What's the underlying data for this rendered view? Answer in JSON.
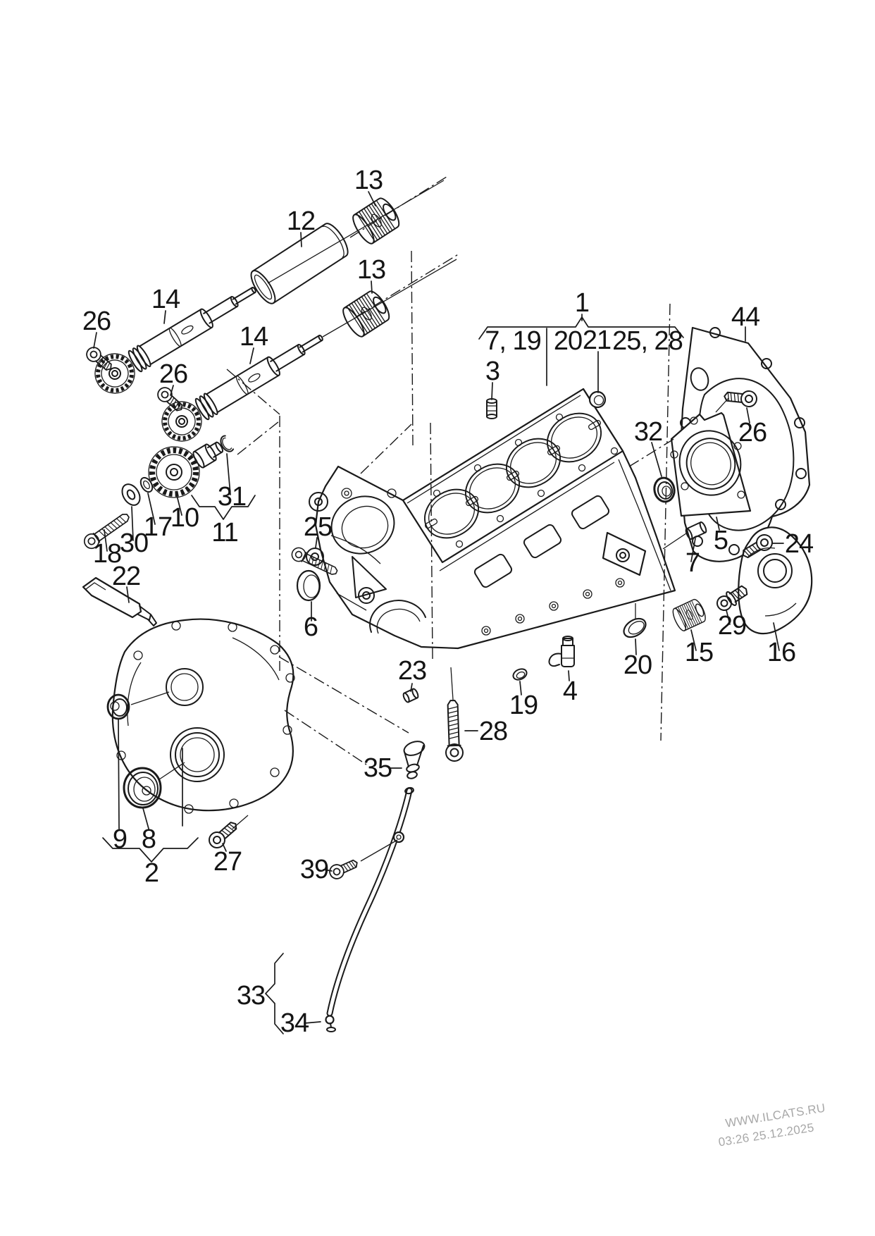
{
  "watermark": {
    "line1": "WWW.ILCATS.RU",
    "line2": "03:26 25.12.2025"
  },
  "callouts": {
    "c13a": {
      "text": "13"
    },
    "c12": {
      "text": "12"
    },
    "c13b": {
      "text": "13"
    },
    "c14a": {
      "text": "14"
    },
    "c26a": {
      "text": "26"
    },
    "c14b": {
      "text": "14"
    },
    "c26b": {
      "text": "26"
    },
    "c31": {
      "text": "31"
    },
    "c10": {
      "text": "10"
    },
    "c17": {
      "text": "17"
    },
    "c30": {
      "text": "30"
    },
    "c18": {
      "text": "18"
    },
    "c11": {
      "text": "11"
    },
    "c22": {
      "text": "22"
    },
    "c1": {
      "text": "1"
    },
    "c7_19": {
      "text": "7, 19"
    },
    "c20a": {
      "text": "20"
    },
    "c21": {
      "text": "21"
    },
    "c25_28": {
      "text": "25, 28"
    },
    "c3": {
      "text": "3"
    },
    "c25": {
      "text": "25"
    },
    "c6": {
      "text": "6"
    },
    "c44": {
      "text": "44"
    },
    "c26c": {
      "text": "26"
    },
    "c32": {
      "text": "32"
    },
    "c5": {
      "text": "5"
    },
    "c7": {
      "text": "7"
    },
    "c24": {
      "text": "24"
    },
    "c29": {
      "text": "29"
    },
    "c15": {
      "text": "15"
    },
    "c16": {
      "text": "16"
    },
    "c20b": {
      "text": "20"
    },
    "c23": {
      "text": "23"
    },
    "c19": {
      "text": "19"
    },
    "c4": {
      "text": "4"
    },
    "c28": {
      "text": "28"
    },
    "c35": {
      "text": "35"
    },
    "c39": {
      "text": "39"
    },
    "c9": {
      "text": "9"
    },
    "c8": {
      "text": "8"
    },
    "c2": {
      "text": "2"
    },
    "c27": {
      "text": "27"
    },
    "c33": {
      "text": "33"
    },
    "c34": {
      "text": "34"
    }
  }
}
